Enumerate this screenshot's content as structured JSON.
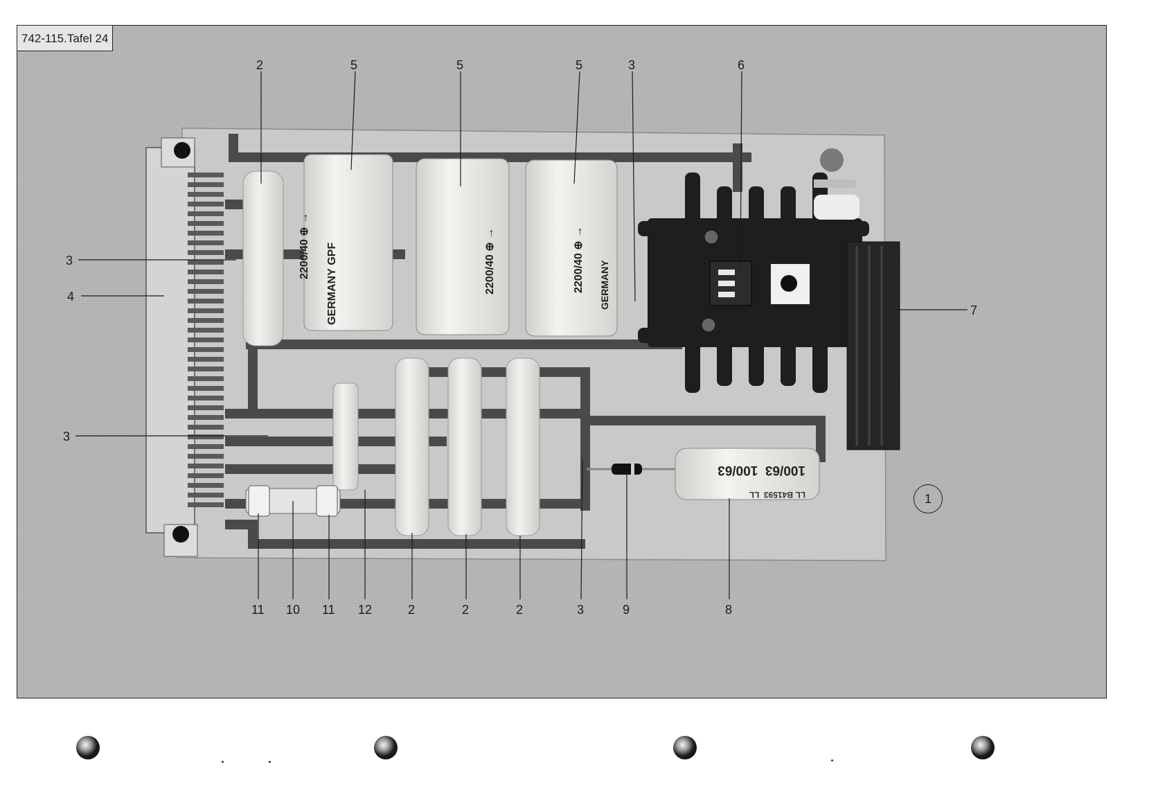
{
  "document": {
    "reference": "742-115.Tafel 24",
    "figure_number": "1"
  },
  "callouts": {
    "top": [
      "2",
      "5",
      "5",
      "5",
      "3",
      "6"
    ],
    "left": [
      "3",
      "4",
      "3"
    ],
    "right": [
      "7"
    ],
    "bottom": [
      "11",
      "10",
      "11",
      "12",
      "2",
      "2",
      "2",
      "3",
      "9",
      "8"
    ]
  },
  "capacitor_print": {
    "large_value": "2200/40",
    "maker": "GERMANY",
    "maker_short": "GPF",
    "polarity": "⊕ →",
    "small_value": "100/63",
    "small_code": "B41593",
    "small_mark": "LL"
  },
  "colors": {
    "photo_background": "#b4b4b4",
    "board": "#c8c8c8",
    "trace": "#4a4a4a",
    "heatsink": "#1e1e1e",
    "capacitor": "#e9e9e6"
  }
}
